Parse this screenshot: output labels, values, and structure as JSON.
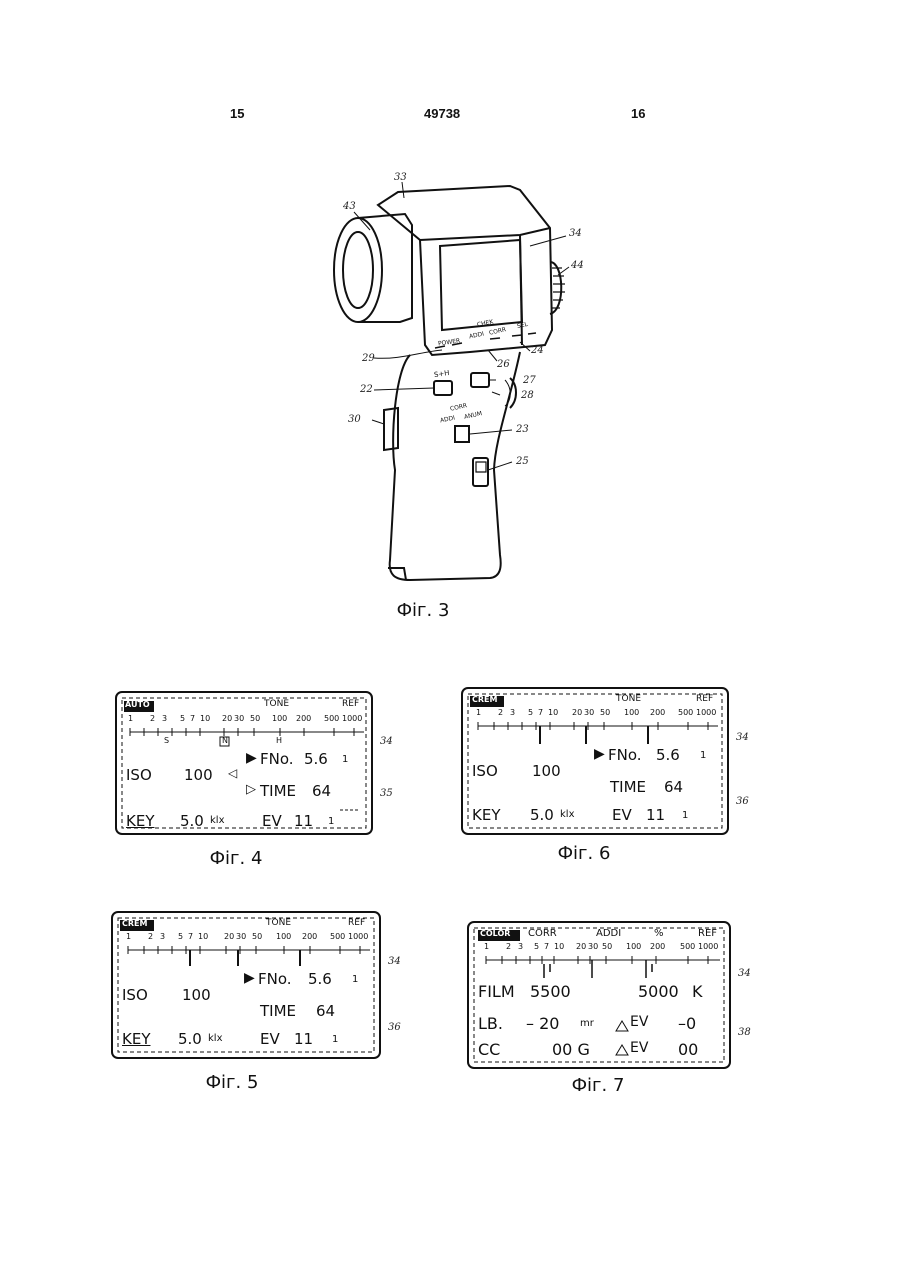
{
  "header": {
    "left_page": "15",
    "patent_no": "49738",
    "right_page": "16"
  },
  "fig3": {
    "caption": "Фіг. 3",
    "refs": {
      "r33": "33",
      "r43": "43",
      "r34": "34",
      "r44": "44",
      "r29": "29",
      "r26": "26",
      "r24": "24",
      "r22": "22",
      "r27": "27",
      "r28": "28",
      "r30": "30",
      "r23": "23",
      "r25": "25"
    },
    "device_labels": {
      "power": "POWER",
      "chek": "CHEK",
      "addi": "ADDI",
      "corr": "CORR",
      "s_h": "S+H",
      "corr2": "CORR",
      "addi2": "ADDI",
      "anum": "ANUM",
      "sel": "SEL"
    }
  },
  "fig4": {
    "caption": "Фіг. 4",
    "mode": "AUTO",
    "tone": "TONE",
    "ref": "REF",
    "scale": [
      "1",
      "2",
      "3",
      "5",
      "7",
      "10",
      "20",
      "30",
      "50",
      "100",
      "200",
      "500",
      "1000"
    ],
    "marks": [
      "S",
      "N",
      "H"
    ],
    "fno_label": "FNo.",
    "fno_value": "5.6",
    "fno_sub": "1",
    "iso_label": "ISO",
    "iso_value": "100",
    "time_label": "TIME",
    "time_value": "64",
    "key_label": "KEY",
    "key_value": "5.0",
    "key_unit": "klx",
    "ev_label": "EV",
    "ev_value": "11",
    "ev_sub": "1",
    "ref34": "34",
    "ref35": "35"
  },
  "fig5": {
    "caption": "Фіг. 5",
    "mode": "CREM",
    "tone": "TONE",
    "ref": "REF",
    "scale": [
      "1",
      "2",
      "3",
      "5",
      "7",
      "10",
      "20",
      "30",
      "50",
      "100",
      "200",
      "500",
      "1000"
    ],
    "fno_label": "FNo.",
    "fno_value": "5.6",
    "fno_sub": "1",
    "iso_label": "ISO",
    "iso_value": "100",
    "time_label": "TIME",
    "time_value": "64",
    "key_label": "KEY",
    "key_value": "5.0",
    "key_unit": "klx",
    "ev_label": "EV",
    "ev_value": "11",
    "ev_sub": "1",
    "ref34": "34",
    "ref36": "36"
  },
  "fig6": {
    "caption": "Фіг. 6",
    "mode": "CREM",
    "tone": "TONE",
    "ref": "REF",
    "scale": [
      "1",
      "2",
      "3",
      "5",
      "7",
      "10",
      "20",
      "30",
      "50",
      "100",
      "200",
      "500",
      "1000"
    ],
    "fno_label": "FNo.",
    "fno_value": "5.6",
    "fno_sub": "1",
    "iso_label": "ISO",
    "iso_value": "100",
    "time_label": "TIME",
    "time_value": "64",
    "key_label": "KEY",
    "key_value": "5.0",
    "key_unit": "klx",
    "ev_label": "EV",
    "ev_value": "11",
    "ev_sub": "1",
    "ref34": "34",
    "ref36": "36"
  },
  "fig7": {
    "caption": "Фіг. 7",
    "mode": "COLOR",
    "corr": "CORR",
    "addi": "ADDI",
    "pct": "%",
    "ref": "REF",
    "scale": [
      "1",
      "2",
      "3",
      "5",
      "7",
      "10",
      "20",
      "30",
      "50",
      "100",
      "200",
      "500",
      "1000"
    ],
    "film_label": "FILM",
    "film_value": "5500",
    "film_right": "5000",
    "film_unit": "K",
    "lb_label": "LB.",
    "lb_value": "– 20",
    "lb_unit": "mr",
    "lb_ev": "EV",
    "lb_ev_value": "–0",
    "cc_label": "CC",
    "cc_value": "00 G",
    "cc_ev": "EV",
    "cc_ev_value": "00",
    "ref34": "34",
    "ref38": "38"
  }
}
